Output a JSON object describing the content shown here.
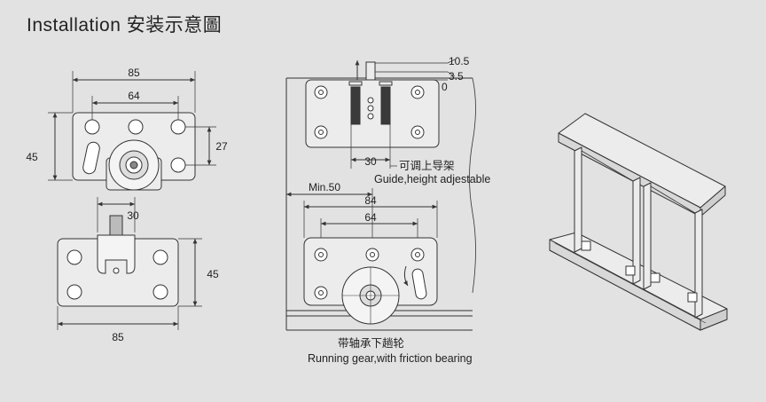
{
  "title": "Installation 安装示意圖",
  "top_plate": {
    "width": "85",
    "hole_spacing": "64",
    "height": "45",
    "hole_vertical": "27"
  },
  "bottom_plate": {
    "guide_width": "30",
    "height": "45",
    "width": "85"
  },
  "side_view": {
    "offset_105": "10.5",
    "offset_35": "3.5",
    "offset_0": "0",
    "guide_width": "30",
    "guide_label_cn": "可调上导架",
    "guide_label_en": "Guide,height adjestable",
    "min_label": "Min.50",
    "width_84": "84",
    "width_64": "64",
    "bearing_label_cn": "带轴承下趟轮",
    "bearing_label_en": "Running gear,with friction bearing"
  },
  "colors": {
    "background": "#e2e2e2",
    "line": "#333333",
    "plate_fill": "#ececec",
    "slot_fill": "#3a3a3a"
  }
}
